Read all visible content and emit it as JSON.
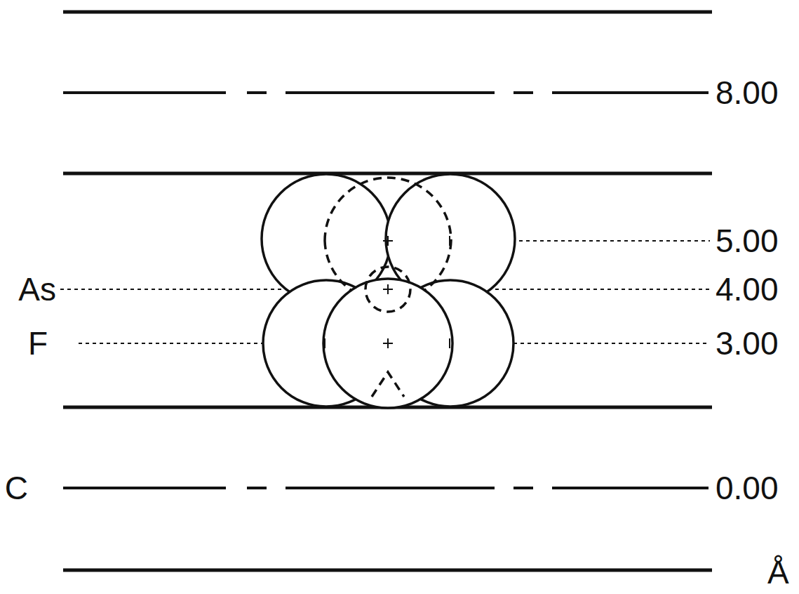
{
  "diagram": {
    "labels": [
      "8.00",
      "5.00",
      "As",
      "4.00",
      "F",
      "3.00",
      "C",
      "0.00",
      "Å"
    ]
  }
}
